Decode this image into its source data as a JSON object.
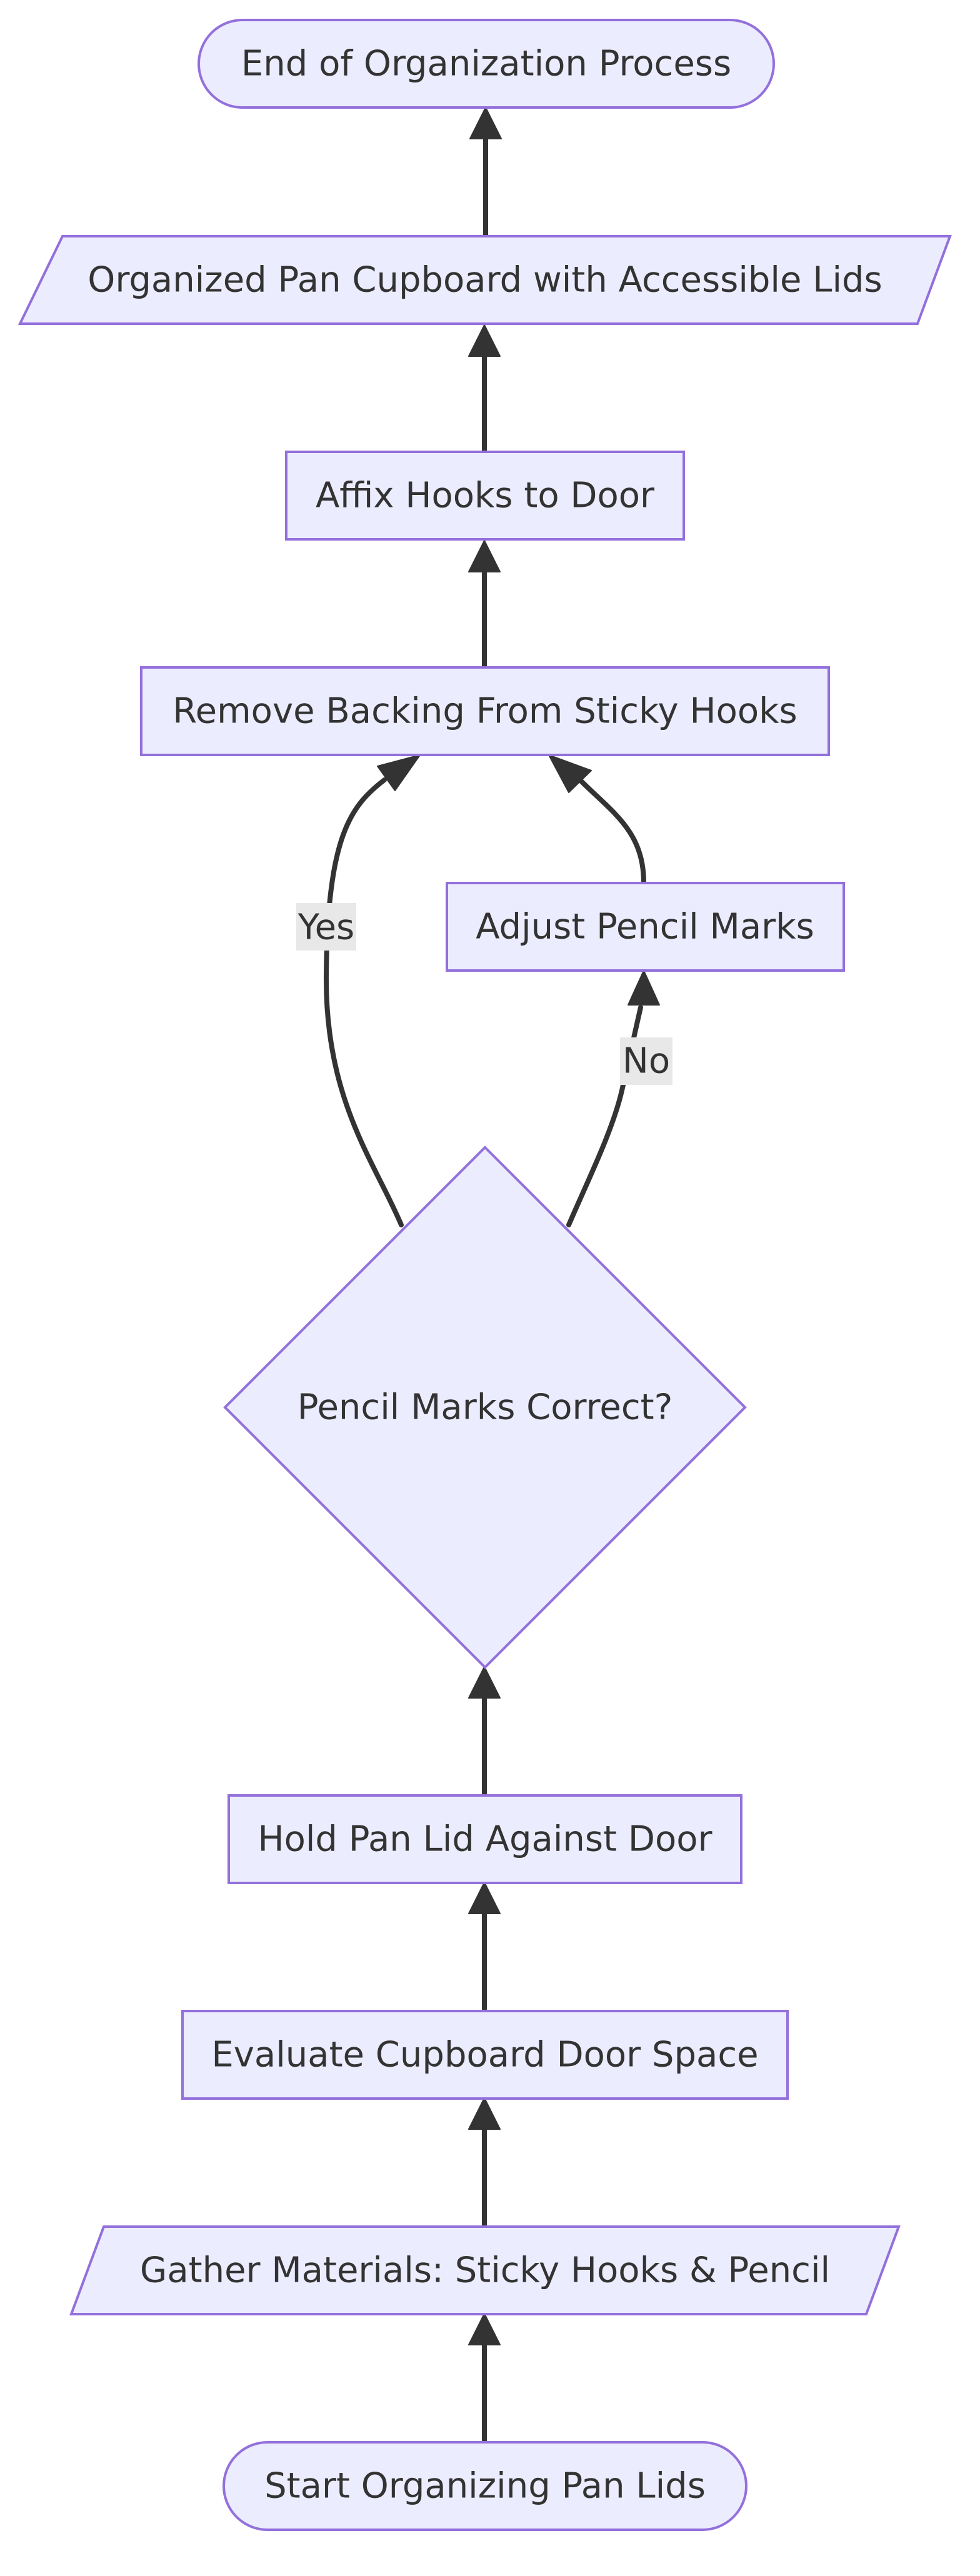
{
  "diagram": {
    "type": "flowchart",
    "direction": "bottom-to-top",
    "colors": {
      "node_fill": "#ECECFF",
      "node_stroke": "#9370DB",
      "edge": "#333333",
      "label_bg": "#e8e8e8",
      "text": "#333333"
    },
    "nodes": [
      {
        "id": "end",
        "shape": "stadium",
        "label": "End of Organization Process"
      },
      {
        "id": "organized",
        "shape": "parallelogram",
        "label": "Organized Pan Cupboard with Accessible Lids"
      },
      {
        "id": "affix",
        "shape": "rect",
        "label": "Affix Hooks to Door"
      },
      {
        "id": "remove",
        "shape": "rect",
        "label": "Remove Backing From Sticky Hooks"
      },
      {
        "id": "adjust",
        "shape": "rect",
        "label": "Adjust Pencil Marks"
      },
      {
        "id": "decision",
        "shape": "diamond",
        "label": "Pencil Marks Correct?"
      },
      {
        "id": "hold",
        "shape": "rect",
        "label": "Hold Pan Lid Against Door"
      },
      {
        "id": "evaluate",
        "shape": "rect",
        "label": "Evaluate Cupboard Door Space"
      },
      {
        "id": "gather",
        "shape": "parallelogram",
        "label": "Gather Materials: Sticky Hooks & Pencil"
      },
      {
        "id": "start",
        "shape": "stadium",
        "label": "Start Organizing Pan Lids"
      }
    ],
    "edges": [
      {
        "id": "e-start-gather",
        "from": "start",
        "to": "gather",
        "label": ""
      },
      {
        "id": "e-gather-evaluate",
        "from": "gather",
        "to": "evaluate",
        "label": ""
      },
      {
        "id": "e-evaluate-hold",
        "from": "evaluate",
        "to": "hold",
        "label": ""
      },
      {
        "id": "e-hold-decision",
        "from": "hold",
        "to": "decision",
        "label": ""
      },
      {
        "id": "e-decision-remove",
        "from": "decision",
        "to": "remove",
        "label": "Yes"
      },
      {
        "id": "e-decision-adjust",
        "from": "decision",
        "to": "adjust",
        "label": "No"
      },
      {
        "id": "e-adjust-remove",
        "from": "adjust",
        "to": "remove",
        "label": ""
      },
      {
        "id": "e-remove-affix",
        "from": "remove",
        "to": "affix",
        "label": ""
      },
      {
        "id": "e-affix-organized",
        "from": "affix",
        "to": "organized",
        "label": ""
      },
      {
        "id": "e-organized-end",
        "from": "organized",
        "to": "end",
        "label": ""
      }
    ]
  }
}
